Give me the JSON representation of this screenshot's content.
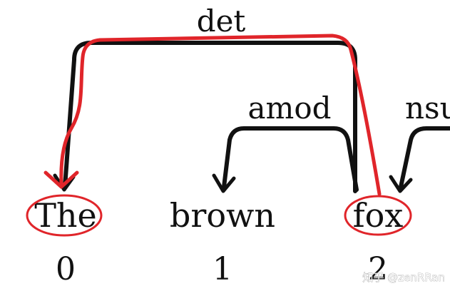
{
  "tokens": [
    {
      "word": "The",
      "index": "0"
    },
    {
      "word": "brown",
      "index": "1"
    },
    {
      "word": "fox",
      "index": "2"
    }
  ],
  "arcs": [
    {
      "label": "det",
      "head": "fox",
      "dependent": "The"
    },
    {
      "label": "amod",
      "head": "fox",
      "dependent": "brown"
    },
    {
      "label": "nsu",
      "head": "",
      "dependent": "fox"
    }
  ],
  "colors": {
    "ink": "#111111",
    "highlight": "#e0252a"
  },
  "watermark": {
    "text": "知乎 @zenRRan"
  }
}
